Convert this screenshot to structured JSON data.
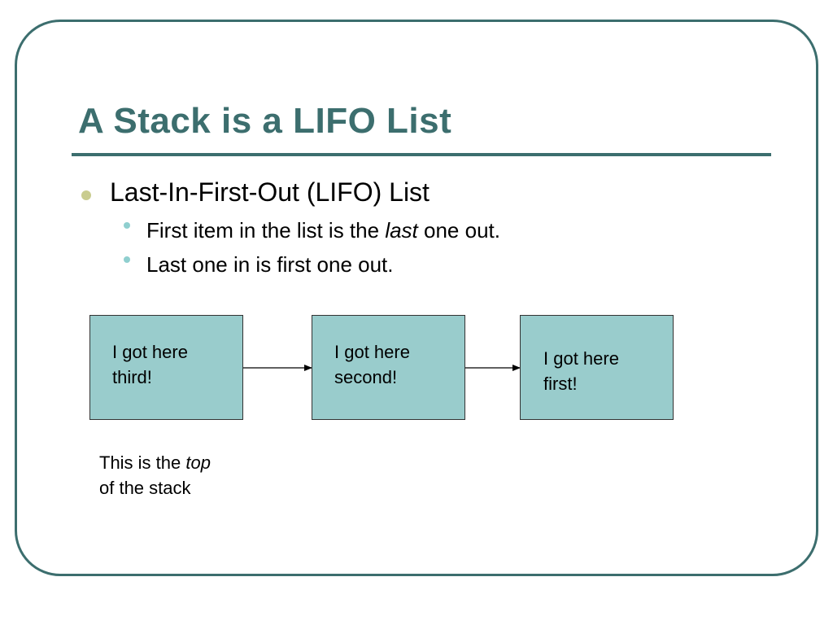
{
  "slide": {
    "title": "A Stack is a LIFO List",
    "bullets": [
      {
        "text": "Last-In-First-Out (LIFO) List",
        "sub": [
          {
            "before": "First item in the list is the ",
            "emph": "last",
            "after": " one out."
          },
          {
            "before": "Last one in is first one out.",
            "emph": "",
            "after": ""
          }
        ]
      }
    ]
  },
  "diagram": {
    "boxes": [
      {
        "line1": "I got here",
        "line2": "third!"
      },
      {
        "line1": "I got here",
        "line2": "second!"
      },
      {
        "line1": "I got here",
        "line2": "first!"
      }
    ],
    "caption": {
      "before": "This is the ",
      "emph": "top",
      "line2": "of the stack"
    }
  },
  "colors": {
    "accent": "#3c6e6e",
    "box_fill": "#99cccc",
    "bullet_level1": "#c9cc8f",
    "bullet_level2": "#8fcfcf"
  }
}
